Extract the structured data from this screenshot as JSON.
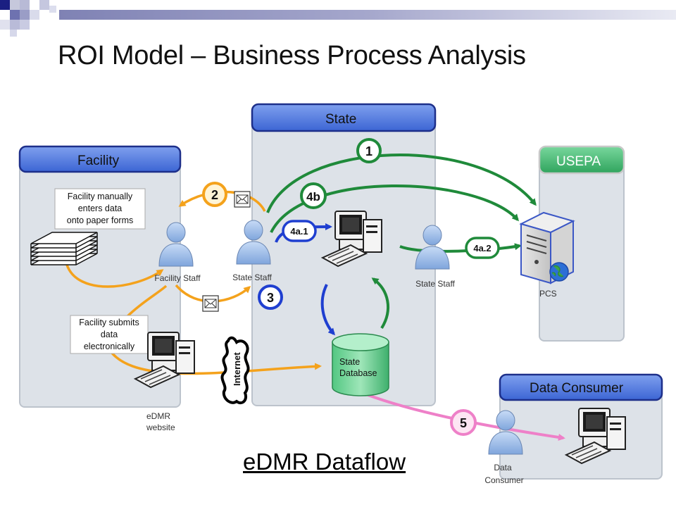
{
  "slide": {
    "title": "ROI Model – Business Process Analysis",
    "footer": "eDMR Dataflow"
  },
  "swimlanes": {
    "facility": "Facility",
    "state": "State",
    "usepa": "USEPA",
    "data_consumer": "Data Consumer"
  },
  "callouts": {
    "paper": [
      "Facility manually",
      "enters data",
      "onto paper forms"
    ],
    "electronic": [
      "Facility submits",
      "data",
      "electronically"
    ]
  },
  "actors": {
    "facility_staff": "Facility Staff",
    "state_staff_1": "State Staff",
    "state_staff_2": "State Staff",
    "data_consumer": [
      "Data",
      "Consumer"
    ],
    "edmr": [
      "eDMR",
      "website"
    ],
    "pcs": "PCS",
    "database": [
      "State",
      "Database"
    ],
    "internet": "Internet"
  },
  "steps": {
    "s1": "1",
    "s2": "2",
    "s3": "3",
    "s4b": "4b",
    "s4a1": "4a.1",
    "s4a2": "4a.2",
    "s5": "5"
  },
  "colors": {
    "lane_header": "#4a74d8",
    "lane_header_dark": "#2a3f9a",
    "usepa_header": "#3cb870",
    "lane_body": "#dde2e8",
    "green": "#1f8a3a",
    "blue": "#1f3fd0",
    "orange": "#f4a21c",
    "pink": "#ee80c8",
    "step_fill": "#ffffff"
  }
}
